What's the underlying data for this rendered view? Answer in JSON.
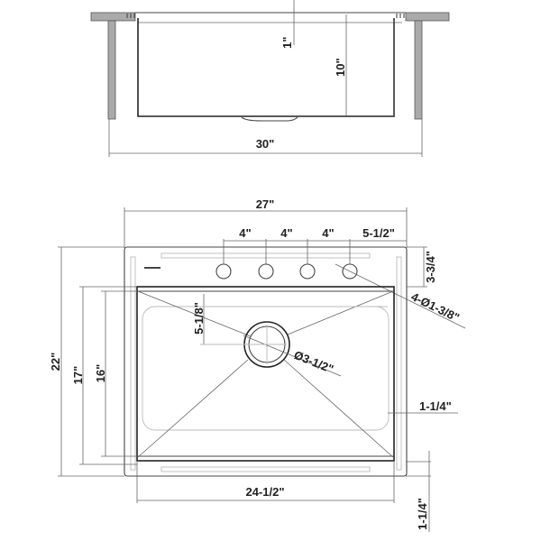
{
  "diagram": {
    "title": "Drop-in kitchen sink dimension drawing",
    "views": {
      "side_view": {
        "dimensions": {
          "rim_depth": "1\"",
          "bowl_depth": "10\"",
          "cabinet_width": "30\""
        }
      },
      "top_view": {
        "dimensions": {
          "overall_width": "27\"",
          "overall_length": "22\"",
          "bowl_outer_length": "17\"",
          "bowl_inner_length": "16\"",
          "bowl_width": "24-1/2\"",
          "faucet_spacing_1": "4\"",
          "faucet_spacing_2": "4\"",
          "faucet_spacing_3": "4\"",
          "faucet_edge_offset": "5-1/2\"",
          "faucet_row_offset": "3-3/4\"",
          "faucet_holes": "4-Ø1-3/8\"",
          "drain_offset": "5-1/8\"",
          "drain_diameter": "Ø3-1/2\"",
          "side_deck_width": "1-1/4\"",
          "front_deck_width": "1-1/4\""
        },
        "faucet_hole_count": 4
      }
    },
    "colors": {
      "line": "#222222",
      "countertop": "#aaaaaa",
      "dimension_line": "#666666"
    }
  }
}
